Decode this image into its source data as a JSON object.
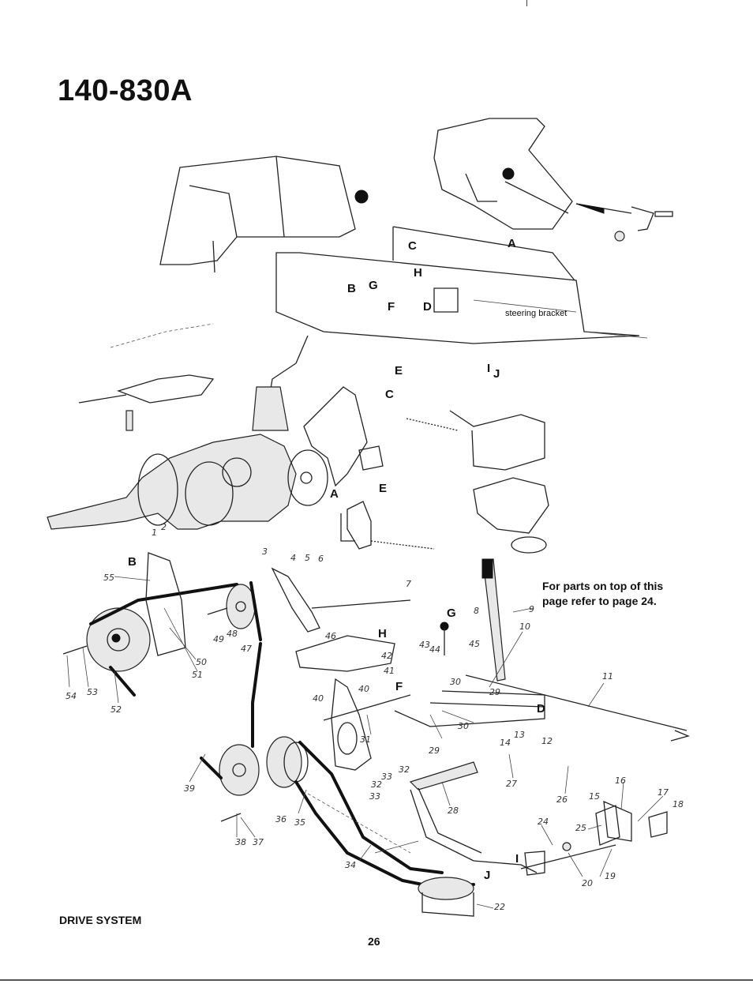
{
  "title": "140-830A",
  "section": "DRIVE SYSTEM",
  "page_number": "26",
  "note_lines": [
    "For parts on top of this",
    "page refer to page 24."
  ],
  "steering_label": "steering bracket",
  "callout_letters": {
    "upper_A": "A",
    "upper_B": "B",
    "upper_C": "C",
    "upper_D": "D",
    "upper_E": "E",
    "upper_F": "F",
    "upper_G": "G",
    "upper_H": "H",
    "upper_I": "I",
    "upper_J": "J",
    "mid_A": "A",
    "mid_C": "C",
    "mid_E": "E",
    "low_B": "B",
    "low_D": "D",
    "low_F": "F",
    "low_G": "G",
    "low_H": "H",
    "low_I": "I",
    "low_J": "J"
  },
  "part_numbers": {
    "n1": "1",
    "n2": "2",
    "n3": "3",
    "n4": "4",
    "n5": "5",
    "n6": "6",
    "n7": "7",
    "n8": "8",
    "n9": "9",
    "n10": "10",
    "n11": "11",
    "n12": "12",
    "n13": "13",
    "n14": "14",
    "n15": "15",
    "n16": "16",
    "n17": "17",
    "n18": "18",
    "n19": "19",
    "n20": "20",
    "n22": "22",
    "n24": "24",
    "n25": "25",
    "n26": "26",
    "n27": "27",
    "n28": "28",
    "n29": "29",
    "n29b": "29",
    "n30": "30",
    "n30b": "30",
    "n31": "31",
    "n32": "32",
    "n32b": "32",
    "n33": "33",
    "n33b": "33",
    "n34": "34",
    "n35": "35",
    "n36": "36",
    "n37": "37",
    "n38": "38",
    "n39": "39",
    "n40": "40",
    "n40b": "40",
    "n41": "41",
    "n42": "42",
    "n43": "43",
    "n44": "44",
    "n45": "45",
    "n46": "46",
    "n47": "47",
    "n48": "48",
    "n49": "49",
    "n50": "50",
    "n51": "51",
    "n52": "52",
    "n53": "53",
    "n54": "54",
    "n55": "55"
  }
}
